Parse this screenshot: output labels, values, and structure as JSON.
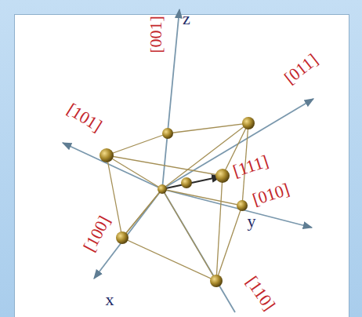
{
  "diagram": {
    "labels": [
      "[001]",
      "z",
      "[101]",
      "[011]",
      "[111]",
      "[010]",
      "y",
      "[100]",
      "x",
      "[110]"
    ]
  }
}
